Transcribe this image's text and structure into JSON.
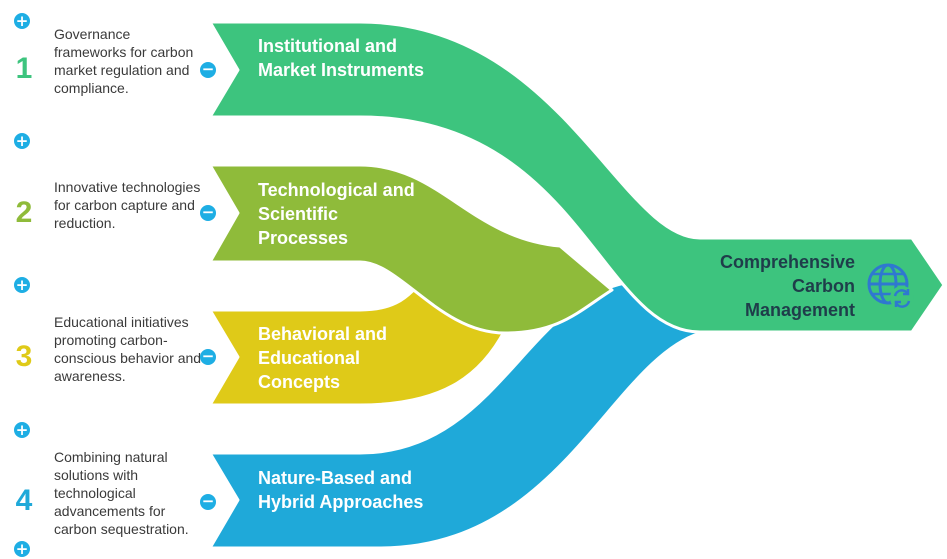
{
  "steps": [
    {
      "number": "1",
      "label": "Institutional and Market Instruments",
      "description": "Governance frameworks for carbon market regulation and compliance.",
      "color": "#3dc47e"
    },
    {
      "number": "2",
      "label": "Technological and Scientific Processes",
      "description": "Innovative technologies for carbon capture and reduction.",
      "color": "#8fbb3a"
    },
    {
      "number": "3",
      "label": "Behavioral and Educational Concepts",
      "description": "Educational initiatives promoting carbon-conscious behavior and awareness.",
      "color": "#dfca18"
    },
    {
      "number": "4",
      "label": "Nature-Based and Hybrid Approaches",
      "description": "Combining natural solutions with technological advancements for carbon sequestration.",
      "color": "#1fa9d9"
    }
  ],
  "result": {
    "label": "Comprehensive Carbon Management",
    "icon": "globe-refresh-icon",
    "color": "#3dc47e"
  },
  "accent_color": "#1eaee4"
}
